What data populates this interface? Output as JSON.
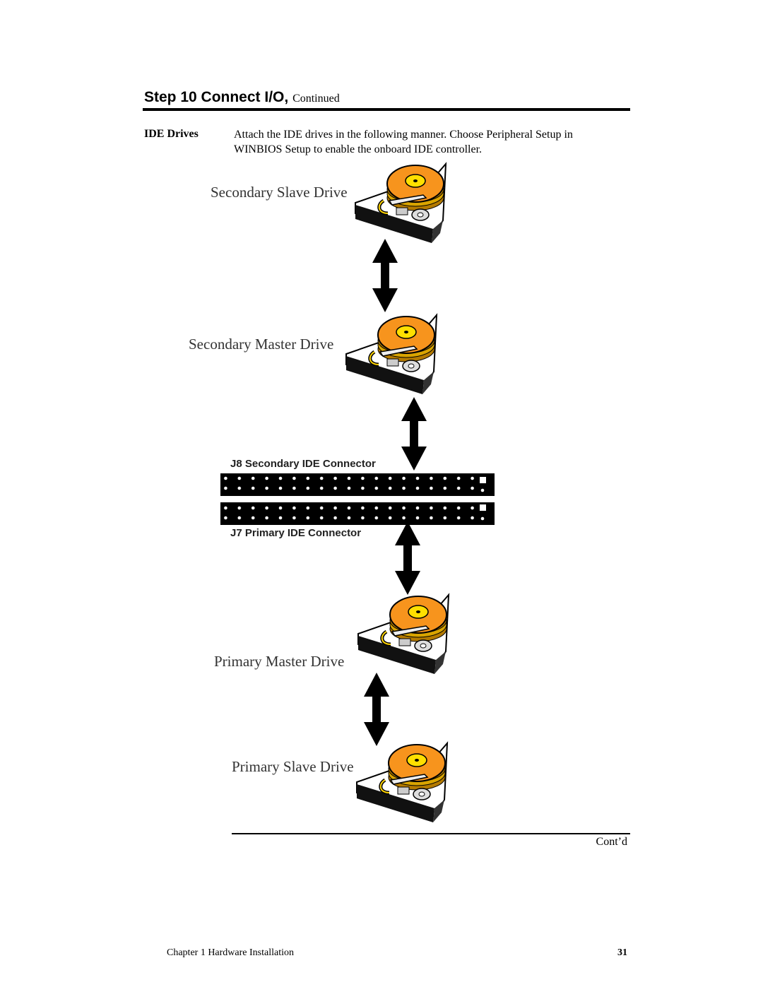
{
  "header": {
    "title": "Step 10 Connect I/O,",
    "continued": "Continued"
  },
  "section": {
    "label": "IDE Drives",
    "text": "Attach the IDE drives in the following manner. Choose Peripheral Setup in WINBIOS Setup to enable the onboard IDE controller."
  },
  "diagram": {
    "drives": [
      {
        "label": "Secondary Slave Drive"
      },
      {
        "label": "Secondary Master Drive"
      },
      {
        "label": "Primary Master Drive"
      },
      {
        "label": "Primary Slave Drive"
      }
    ],
    "connectors": {
      "secondary": "J8  Secondary IDE Connector",
      "primary": "J7  Primary IDE Connector"
    },
    "colors": {
      "platter": "#f7941d",
      "platter_edge": "#d9a400",
      "spindle": "#ffdf00"
    }
  },
  "footer": {
    "contd": "Cont’d",
    "chapter": "Chapter 1 Hardware Installation",
    "page": "31"
  }
}
